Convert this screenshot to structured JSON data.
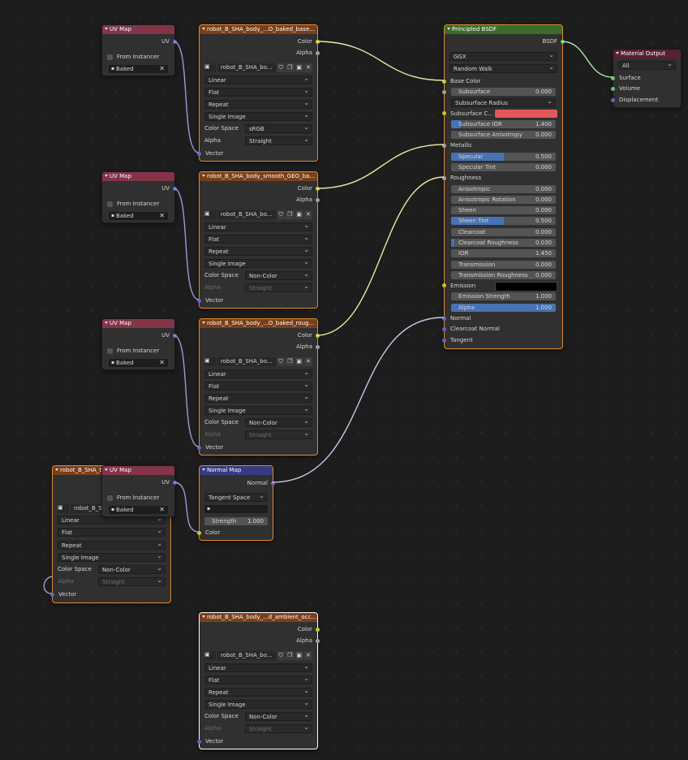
{
  "uv_map": {
    "title": "UV Map",
    "socket_uv": "UV",
    "from_instancer": "From Instancer",
    "uv_value": "Baked"
  },
  "tex_common": {
    "interp": "Linear",
    "proj": "Flat",
    "ext": "Repeat",
    "src": "Single Image",
    "cs_label": "Color Space",
    "alpha_label": "Alpha",
    "vector": "Vector",
    "color": "Color",
    "alpha_out": "Alpha",
    "img_name": "robot_B_SHA_bo...",
    "btn_shield": "⛉",
    "btn_dup": "❐",
    "btn_open": "▣",
    "btn_close": "✕"
  },
  "tex1": {
    "title": "robot_B_SHA_body_...O_baked_base_color",
    "color_space": "sRGB",
    "alpha_mode": "Straight"
  },
  "tex2": {
    "title": "robot_B_SHA_body_smooth_GEO_baked...",
    "color_space": "Non-Color",
    "alpha_mode": "Straight"
  },
  "tex3": {
    "title": "robot_B_SHA_body_...O_baked_roughness",
    "color_space": "Non-Color",
    "alpha_mode": "Straight"
  },
  "tex4": {
    "title": "robot_B_SHA_body_...d_ambient_occlusion",
    "color_space": "Non-Color",
    "alpha_mode": "Straight"
  },
  "tex5": {
    "title": "robot_B_SHA_b",
    "img_name": "robot_B_S",
    "color_space": "Non-Color",
    "alpha_mode": "Straight"
  },
  "normal_map": {
    "title": "Normal Map",
    "out": "Normal",
    "space": "Tangent Space",
    "uv": "",
    "strength_label": "Strength",
    "strength": "1.000",
    "color": "Color"
  },
  "bsdf": {
    "title": "Principled BSDF",
    "out": "BSDF",
    "distribution": "GGX",
    "sss_method": "Random Walk",
    "base_color": "Base Color",
    "subsurface": "Subsurface",
    "subsurface_val": "0.000",
    "subsurface_radius": "Subsurface Radius",
    "subsurface_color": "Subsurface C...",
    "subsurface_ior": "Subsurface IOR",
    "subsurface_ior_val": "1.400",
    "subsurface_aniso": "Subsurface Anisotropy",
    "subsurface_aniso_val": "0.000",
    "metallic": "Metallic",
    "specular": "Specular",
    "specular_val": "0.500",
    "specular_tint": "Specular Tint",
    "specular_tint_val": "0.000",
    "roughness": "Roughness",
    "anisotropic": "Anisotropic",
    "anisotropic_val": "0.000",
    "aniso_rot": "Anisotropic Rotation",
    "aniso_rot_val": "0.000",
    "sheen": "Sheen",
    "sheen_val": "0.000",
    "sheen_tint": "Sheen Tint",
    "sheen_tint_val": "0.500",
    "clearcoat": "Clearcoat",
    "clearcoat_val": "0.000",
    "clearcoat_rough": "Clearcoat Roughness",
    "clearcoat_rough_val": "0.030",
    "ior": "IOR",
    "ior_val": "1.450",
    "transmission": "Transmission",
    "transmission_val": "0.000",
    "trans_rough": "Transmission Roughness",
    "trans_rough_val": "0.000",
    "emission": "Emission",
    "emission_strength": "Emission Strength",
    "emission_strength_val": "1.000",
    "alpha": "Alpha",
    "alpha_val": "1.000",
    "normal": "Normal",
    "clearcoat_normal": "Clearcoat Normal",
    "tangent": "Tangent"
  },
  "mat_out": {
    "title": "Material Output",
    "target": "All",
    "surface": "Surface",
    "volume": "Volume",
    "displacement": "Displacement"
  },
  "colors": {
    "subsurface_color": "#e05a5a",
    "emission_color": "#000000"
  }
}
